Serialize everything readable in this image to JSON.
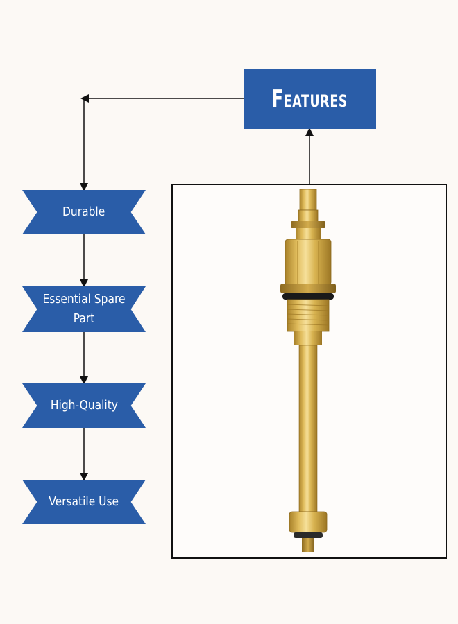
{
  "title": "Features",
  "features": [
    {
      "label": "Durable"
    },
    {
      "label": "Essential Spare Part"
    },
    {
      "label": "High-Quality"
    },
    {
      "label": "Versatile Use"
    }
  ],
  "product_image": {
    "icon": "brass-faucet-spindle-icon",
    "colors": {
      "brass_light": "#f3d98a",
      "brass_mid": "#d9b451",
      "brass_dark": "#a9822a",
      "washer": "#1a1a1a"
    }
  },
  "colors": {
    "accent": "#2a5da8",
    "background": "#fcf9f5",
    "text_on_accent": "#ffffff",
    "line": "#111111"
  }
}
